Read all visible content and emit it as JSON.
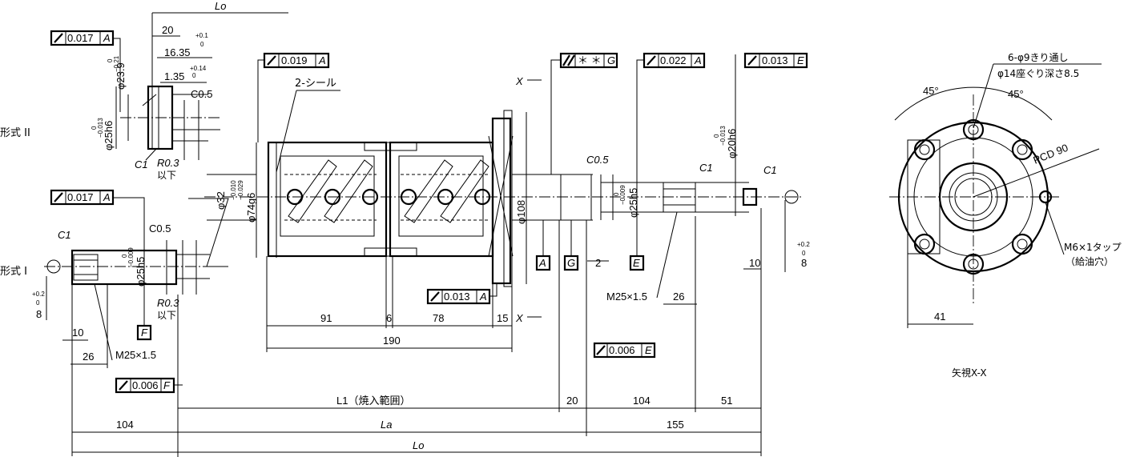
{
  "form_labels": {
    "form2": "形式 II",
    "form1": "形式 I"
  },
  "frames": {
    "f017a_top": {
      "tol": "0.017",
      "datum": "A"
    },
    "f017a_mid": {
      "tol": "0.017",
      "datum": "A"
    },
    "f019a": {
      "tol": "0.019",
      "datum": "A"
    },
    "fstar": {
      "tol": "＊ ＊",
      "datum": "G"
    },
    "f022a": {
      "tol": "0.022",
      "datum": "A"
    },
    "f013e": {
      "tol": "0.013",
      "datum": "E"
    },
    "f013a": {
      "tol": "0.013",
      "datum": "A"
    },
    "f006e": {
      "tol": "0.006",
      "datum": "E"
    },
    "f006f": {
      "tol": "0.006",
      "datum": "F"
    }
  },
  "datums": {
    "A": "A",
    "G": "G",
    "E": "E",
    "F": "F"
  },
  "dims": {
    "lo_top": "Lo",
    "d20_top": "20",
    "d1635": "16.35",
    "d1635_tol_up": "+0.1",
    "d1635_tol_lo": "0",
    "d135": "1.35",
    "d135_tol_up": "+0.14",
    "d135_tol_lo": "0",
    "d239": "φ23.9",
    "d239_tol_up": "0",
    "d239_tol_lo": "−0.21",
    "d25h6": "φ25h6",
    "d25h6_tol_up": "0",
    "d25h6_tol_lo": "−0.013",
    "c05_top": "C0.5",
    "c1_top": "C1",
    "r03_top": "R0.3",
    "below_top": "以下",
    "seal": "2-シール",
    "d32": "φ32",
    "d74g6": "φ74g6",
    "d74g6_tol_up": "−0.010",
    "d74g6_tol_lo": "−0.029",
    "d108": "φ108",
    "c05_mid": "C0.5",
    "d25h5_r": "φ25h5",
    "d25h5_r_tol_up": "0",
    "d25h5_r_tol_lo": "−0.009",
    "c1_r1": "C1",
    "c1_r2": "C1",
    "d20h6": "φ20h6",
    "d20h6_tol_up": "0",
    "d20h6_tol_lo": "−0.013",
    "c1_left": "C1",
    "c05_left": "C0.5",
    "d25h5_l": "φ25h5",
    "d25h5_l_tol_up": "0",
    "d25h5_l_tol_lo": "−0.009",
    "r03_left": "R0.3",
    "below_left": "以下",
    "d8_left": "8",
    "d8_left_tol_up": "+0.2",
    "d8_left_tol_lo": "0",
    "d10_left": "10",
    "d26_left": "26",
    "m25_left": "M25×1.5",
    "d91": "91",
    "d6": "6",
    "d78": "78",
    "d15": "15",
    "d190": "190",
    "d2": "2",
    "m25_right": "M25×1.5",
    "d26_right": "26",
    "d10_right": "10",
    "d8_right": "8",
    "d8_right_tol_up": "+0.2",
    "d8_right_tol_lo": "0",
    "l1": "L1（焼入範囲）",
    "d20_bot": "20",
    "d104_bot_r": "104",
    "d51": "51",
    "d104_bot_l": "104",
    "la": "La",
    "d155": "155",
    "lo_bot": "Lo",
    "x_mark": "X"
  },
  "flange_view": {
    "hole_note_1": "6-φ9きり通し",
    "hole_note_2": "φ14座ぐり深さ8.5",
    "angle_1": "45°",
    "angle_2": "45°",
    "pcd": "PCD 90",
    "tap_1": "M6×1タップ",
    "tap_2": "（給油穴）",
    "d41": "41",
    "caption": "矢視X-X"
  }
}
